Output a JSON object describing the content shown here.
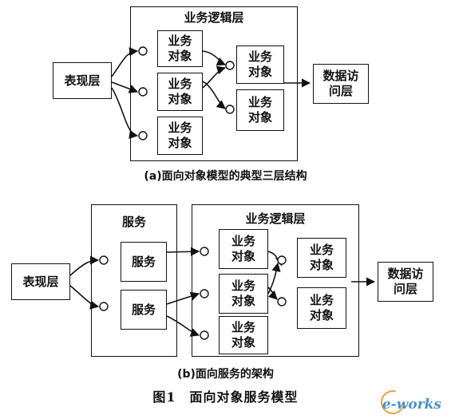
{
  "diagram_a": {
    "frame_title": "业务逻辑层",
    "presentation": "表现层",
    "obj_left_1": "业务对象",
    "obj_left_2": "业务对象",
    "obj_left_3": "业务对象",
    "obj_right_1": "业务对象",
    "obj_right_2": "业务对象",
    "data_access": "数据访问层",
    "caption": "(a)面向对象模型的典型三层结构"
  },
  "diagram_b": {
    "service_frame_title": "服务",
    "logic_frame_title": "业务逻辑层",
    "presentation": "表现层",
    "service_1": "服务",
    "service_2": "服务",
    "obj_left_1": "业务对象",
    "obj_left_2": "业务对象",
    "obj_left_3": "业务对象",
    "obj_right_1": "业务对象",
    "obj_right_2": "业务对象",
    "data_access": "数据访问层",
    "caption": "(b)面向服务的架构"
  },
  "figure_title": "图1　面向对象服务模型",
  "watermark": "e-works"
}
